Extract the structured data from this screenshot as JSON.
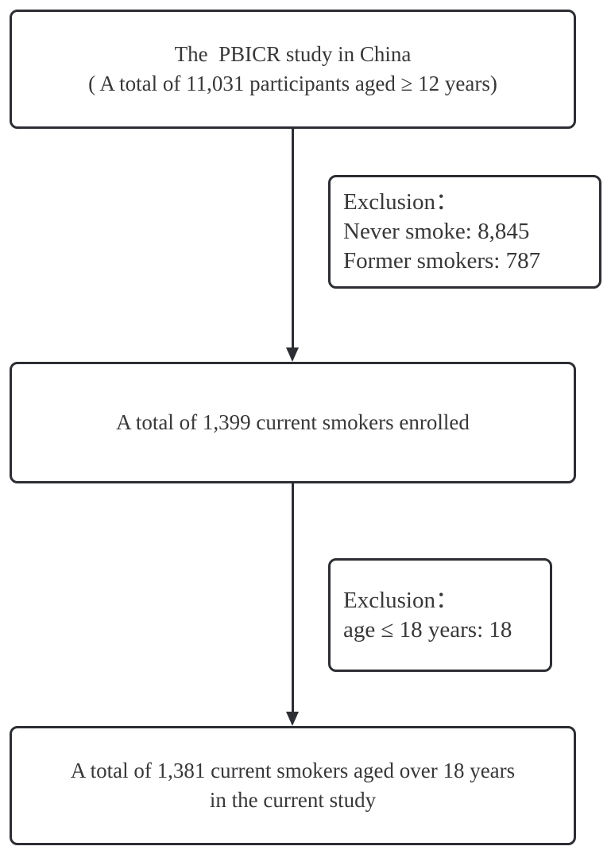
{
  "boxes": {
    "top": {
      "line1": "The  PBICR study in China",
      "line2": "( A total of 11,031 participants aged ≥ 12 years)"
    },
    "exclusion1": {
      "line1": "Exclusion：",
      "line2": "Never smoke: 8,845",
      "line3": "Former smokers: 787"
    },
    "middle": {
      "line1": "A total of 1,399 current smokers enrolled"
    },
    "exclusion2": {
      "line1": "Exclusion：",
      "line2": "age ≤ 18 years: 18"
    },
    "bottom": {
      "line1": "A total of 1,381 current smokers aged over 18 years",
      "line2": "in the current study"
    }
  },
  "colors": {
    "border": "#2c2e33",
    "text": "#38383a",
    "background": "#ffffff"
  }
}
